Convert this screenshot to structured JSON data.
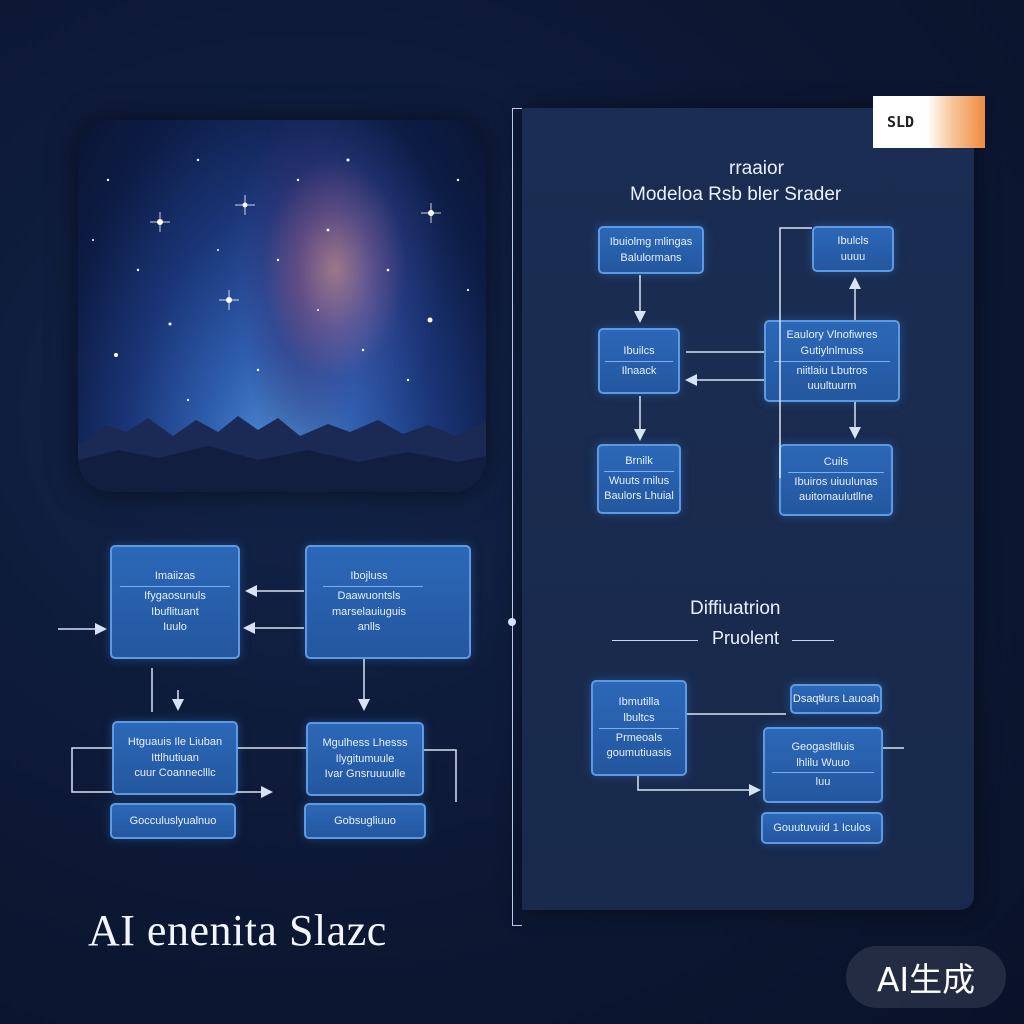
{
  "badge_text": "SLD",
  "panel": {
    "subtitle": "rraaior",
    "title": "Modeloa Rsb bler Srader",
    "section_title": "Diffiuatrion",
    "section_subtitle": "Pruolent"
  },
  "right_nodes": {
    "r1": [
      "Ibuiolmg mlingas",
      "Balulormans"
    ],
    "r2": [
      "Ibuilcs",
      "Ilnaack"
    ],
    "r3": [
      "Brnilk",
      "Wuuts rnilus",
      "Baulors Lhuial"
    ],
    "r4": [
      "Ibulcls",
      "uuuu"
    ],
    "r5": [
      "Eaulory Vlnofiwres",
      "Gutiylnlmuss",
      "niitlaiu Lbutros",
      "uuultuurm"
    ],
    "r6": [
      "Cuils",
      "Ibuiros uiuulunas",
      "auitomaulutllne"
    ]
  },
  "diffusion_nodes": {
    "d1": [
      "Ibmutilla",
      "lbultcs",
      "Prmeoals",
      "goumutiuasis"
    ],
    "d2": [
      "Dsaqtlurs Lauoah"
    ],
    "d3": [
      "Geogasltlluis",
      "lhlilu Wuuo",
      "luu"
    ],
    "d4": [
      "Gouutuvuid 1 Iculos"
    ]
  },
  "left_nodes": {
    "l1": [
      "Imaiizas",
      "Ifygaosunuls",
      "Ibuflituant",
      "Iuulo"
    ],
    "l2": [
      "Ibojluss",
      "Daawuontsls",
      "marselauiuguis",
      "anlls"
    ],
    "l3": [
      "Htguauis Ile Liuban",
      "Ittlhutiuan",
      "cuur Coanneclllc"
    ],
    "l4": [
      "Mgulhess Lhesss",
      "Ilygitumuule",
      "Ivar Gnsruuuulle"
    ],
    "l5": [
      "Gocculuslyualnuo"
    ],
    "l6": [
      "Gobsugliuuo"
    ]
  },
  "main_title": "AI enenita Slazc",
  "ai_badge": "AI生成"
}
